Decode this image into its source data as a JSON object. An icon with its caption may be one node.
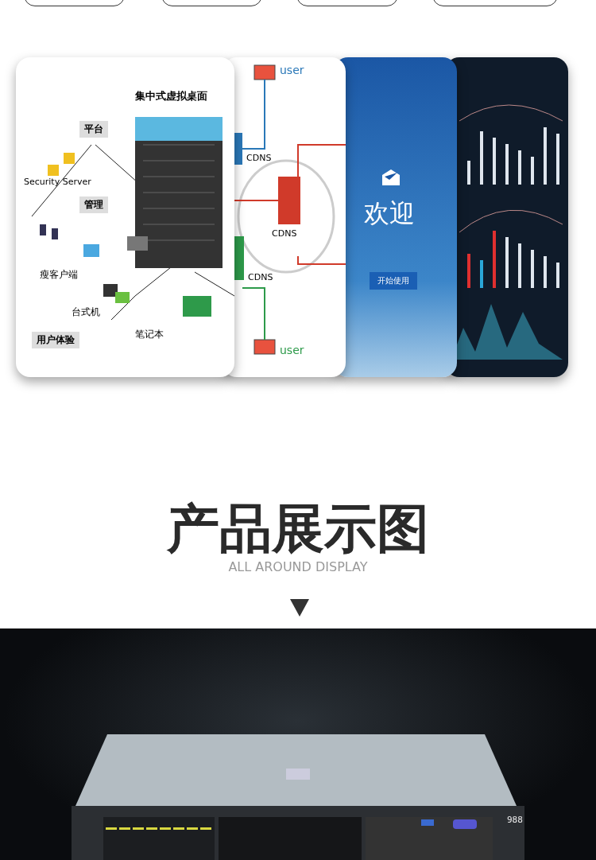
{
  "diagram": {
    "title": "产品展示图",
    "caption": "ALL AROUND DISPLAY",
    "labels": [
      "集中式虚拟桌面",
      "平台",
      "Security Server",
      "管理",
      "瘦客户端",
      "台式机",
      "笔记本",
      "用户体验",
      "user",
      "CDNS",
      "CDNS",
      "CDNS",
      "user",
      "欢迎",
      "开始使用",
      "988"
    ]
  }
}
